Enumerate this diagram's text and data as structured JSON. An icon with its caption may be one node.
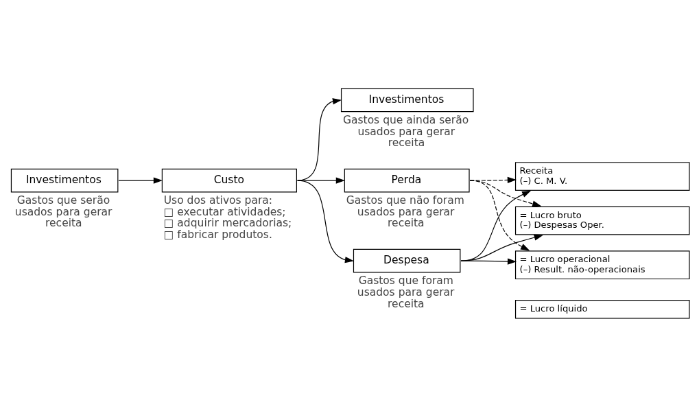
{
  "diagram": {
    "nodes": [
      {
        "text": [
          "Investimentos"
        ],
        "beside": [
          "Gastos que serão usados para gerar receita"
        ]
      },
      {
        "text": [
          "Custo"
        ],
        "beside": [
          "Uso dos ativos para:",
          "□ executar atividades;",
          "□ adquirir mercadorias;",
          "□ fabricar produtos."
        ]
      },
      {
        "text": [
          "Investimentos"
        ],
        "beside": [
          "Gastos que ainda serão usados para gerar receita"
        ]
      },
      {
        "text": [
          "Despesa"
        ],
        "beside": [
          "Gastos que foram usados para gerar receita"
        ]
      },
      {
        "text": [
          "Perda"
        ],
        "beside": [
          "Gastos que não foram usados para gerar receita"
        ]
      },
      {
        "text": [
          "Receita",
          "(–) C. M. V."
        ]
      },
      {
        "text": [
          "= Lucro bruto",
          "(–) Despesas Oper."
        ]
      },
      {
        "text": [
          "= Lucro operacional",
          "(–) Result. não-operacionais"
        ]
      },
      {
        "text": [
          "= Lucro líquido"
        ]
      }
    ],
    "edges": [
      {
        "from": 0,
        "to": 1,
        "arrow": "to"
      },
      {
        "from": 1,
        "to": 2,
        "arrow": "to"
      },
      {
        "from": 1,
        "to": 3,
        "arrow": "to"
      },
      {
        "from": 1,
        "to": 4,
        "arrow": "to"
      },
      {
        "from": 3,
        "to": 5,
        "arrow": "to"
      },
      {
        "from": 3,
        "to": 6,
        "arrow": "to"
      },
      {
        "from": 3,
        "to": 7,
        "arrow": "to"
      },
      {
        "from": 4,
        "to": 5,
        "arrow": "to",
        "style": "dashed"
      },
      {
        "from": 4,
        "to": 6,
        "arrow": "to",
        "style": "dashed"
      },
      {
        "from": 4,
        "to": 7,
        "arrow": "to",
        "style": "dashed"
      }
    ]
  }
}
